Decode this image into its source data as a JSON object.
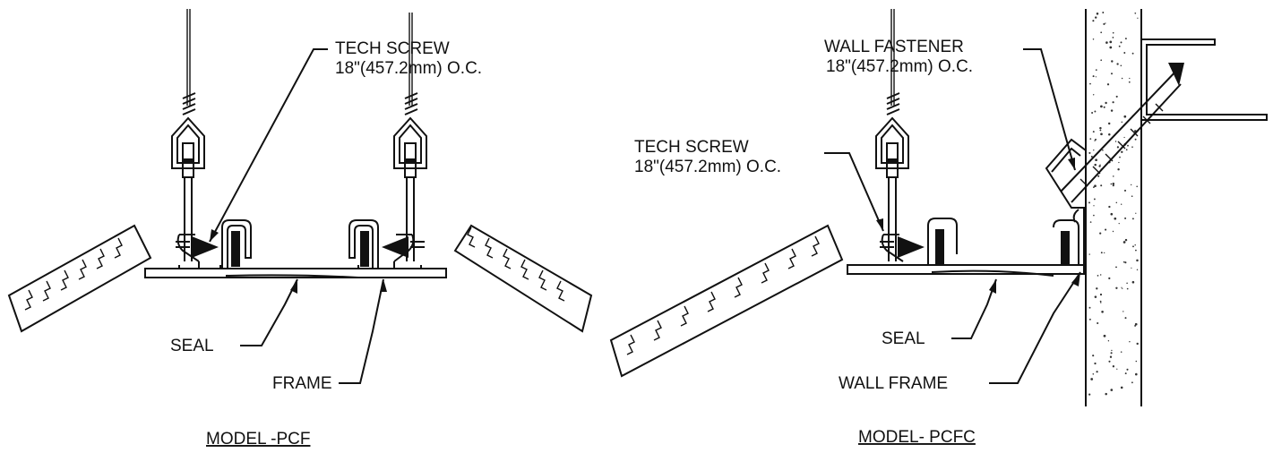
{
  "left_detail": {
    "title": "MODEL -PCF",
    "labels": {
      "tech_screw": "TECH SCREW",
      "tech_screw_spacing": "18\"(457.2mm) O.C.",
      "seal": "SEAL",
      "frame": "FRAME"
    }
  },
  "right_detail": {
    "title": "MODEL- PCFC",
    "labels": {
      "wall_fastener": "WALL FASTENER",
      "wall_fastener_spacing": "18\"(457.2mm) O.C.",
      "tech_screw": "TECH SCREW",
      "tech_screw_spacing": "18\"(457.2mm) O.C.",
      "seal": "SEAL",
      "wall_frame": "WALL FRAME"
    }
  }
}
